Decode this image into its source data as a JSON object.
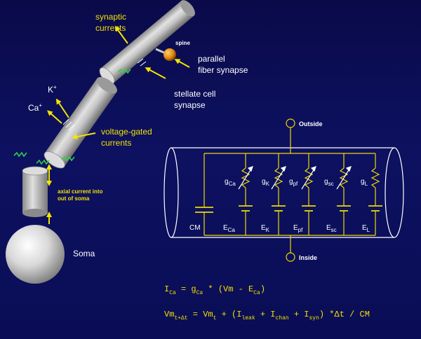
{
  "labels": {
    "synaptic_currents_1": "synaptic",
    "synaptic_currents_2": "currents",
    "spine": "spine",
    "parallel_fiber_1": "parallel",
    "parallel_fiber_2": "fiber synapse",
    "stellate_1": "stellate cell",
    "stellate_2": "synapse",
    "k_ion": "K",
    "k_sup": "+",
    "ca_ion": "Ca",
    "ca_sup": "+",
    "voltage_gated_1": "voltage-gated",
    "voltage_gated_2": "currents",
    "axial_1": "axial current into",
    "axial_2": "out of soma",
    "soma": "Soma"
  },
  "circuit": {
    "outside": "Outside",
    "inside": "Inside",
    "cm": "CM",
    "conductances": [
      {
        "g": "g",
        "sub": "Ca",
        "e": "E",
        "esub": "Ca"
      },
      {
        "g": "g",
        "sub": "K",
        "e": "E",
        "esub": "K"
      },
      {
        "g": "g",
        "sub": "pf",
        "e": "E",
        "esub": "pf"
      },
      {
        "g": "g",
        "sub": "sc",
        "e": "E",
        "esub": "sc"
      },
      {
        "g": "g",
        "sub": "L",
        "e": "E",
        "esub": "L"
      }
    ]
  },
  "equations": {
    "eq1_I": "I",
    "eq1_Isub": "Ca",
    "eq1_mid": " = g",
    "eq1_gsub": "Ca",
    "eq1_rest": " * (Vm - E",
    "eq1_esub": "Ca",
    "eq1_end": ")",
    "eq2_vm": "Vm",
    "eq2_vmsub": "t+Δt",
    "eq2_mid": " = Vm",
    "eq2_tsub": "t",
    "eq2_plus": " + (I",
    "eq2_leak": "leak",
    "eq2_p2": " + I",
    "eq2_chan": "chan",
    "eq2_p3": " + I",
    "eq2_syn": "syn",
    "eq2_end": ") *Δt / CM"
  },
  "colors": {
    "background": "#0c1058",
    "label_yellow": "#f2e000",
    "label_white": "#ffffff",
    "circuit_yellow": "#f0d800",
    "wire_white": "#ffffff",
    "arrow_yellow": "#f4e400",
    "synapse_green": "#2fd24a",
    "spine_orange": "#e8a020"
  }
}
